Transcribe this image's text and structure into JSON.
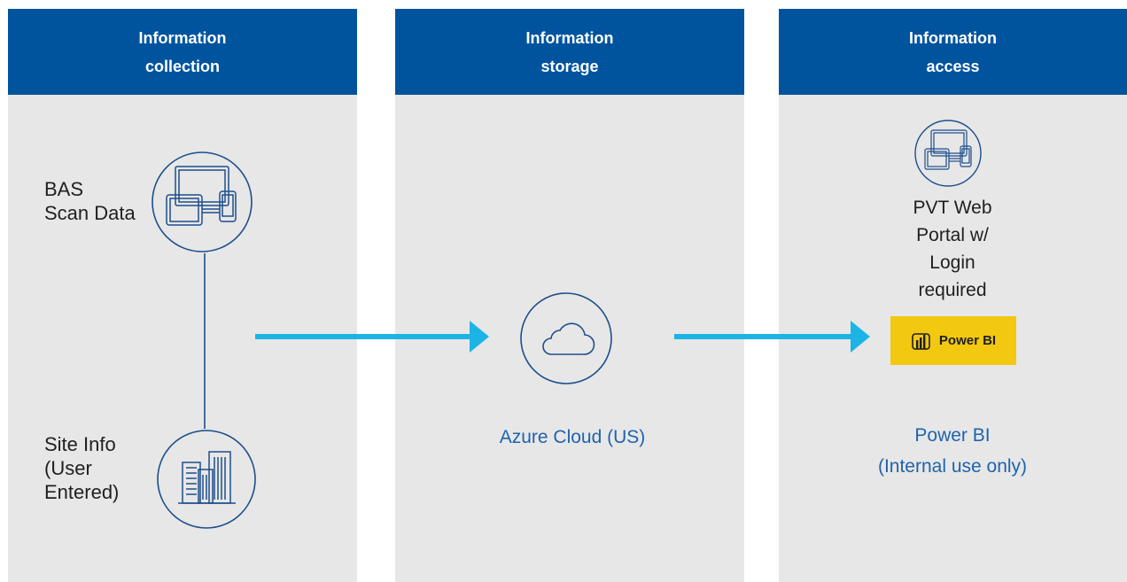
{
  "columns": [
    {
      "header": "Information\ncollection"
    },
    {
      "header": "Information\nstorage"
    },
    {
      "header": "Information\naccess"
    }
  ],
  "collection": {
    "bas_label": "BAS\nScan Data",
    "site_label": "Site Info\n(User\nEntered)",
    "bas_icon": "devices-icon",
    "site_icon": "buildings-icon"
  },
  "storage": {
    "cloud_label": "Azure Cloud (US)",
    "cloud_icon": "cloud-icon"
  },
  "access": {
    "portal_label": "PVT Web\nPortal w/\nLogin\nrequired",
    "portal_icon": "devices-icon",
    "powerbi_badge": "Power BI",
    "powerbi_label": "Power BI\n(Internal use only)"
  },
  "colors": {
    "header_bg": "#00549e",
    "panel_bg": "#e7e7e7",
    "arrow": "#1cb4e5",
    "icon_stroke": "#1d4e8c",
    "label_blue": "#1f63ad",
    "powerbi_yellow": "#f2c811"
  }
}
